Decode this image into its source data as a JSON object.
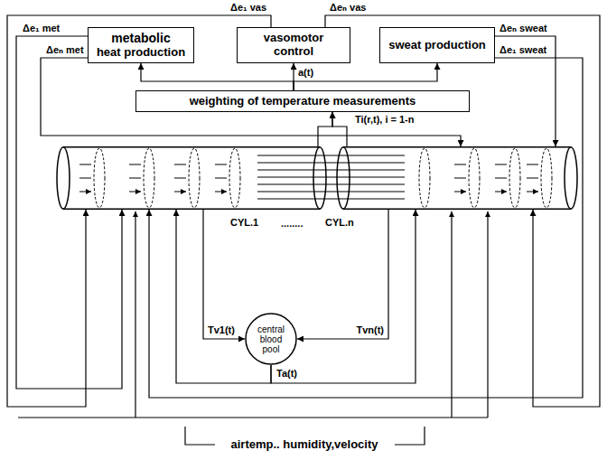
{
  "diagram": {
    "nodes": [
      {
        "text": [
          "metabolic",
          "heat production"
        ]
      },
      {
        "text": [
          "vasomotor control"
        ]
      },
      {
        "text": [
          "sweat production"
        ]
      },
      {
        "text": [
          "weighting of temperature measurements"
        ]
      },
      {
        "text": [
          "CYL.1"
        ]
      },
      {
        "text": [
          "CYL.n"
        ]
      },
      {
        "text": [
          "central blood pool"
        ]
      }
    ],
    "edges": [
      {
        "from": 3,
        "to": 0,
        "arrow": "to"
      },
      {
        "from": 3,
        "to": 1,
        "label": "a(t)",
        "arrow": "to"
      },
      {
        "from": 3,
        "to": 2,
        "arrow": "to"
      },
      {
        "from": 4,
        "to": 3,
        "arrow": "to"
      },
      {
        "from": 5,
        "to": 3,
        "label": "Ti(r,t), i = 1-n",
        "arrow": "to"
      },
      {
        "from": 0,
        "to": 4,
        "label": "Δe₁ met",
        "arrow": "to"
      },
      {
        "from": 0,
        "to": 5,
        "label": "Δeₙ met",
        "arrow": "to"
      },
      {
        "from": 1,
        "to": 4,
        "label": "Δe₁ vas",
        "arrow": "to"
      },
      {
        "from": 1,
        "to": 5,
        "label": "Δeₙ vas",
        "arrow": "to"
      },
      {
        "from": 2,
        "to": 4,
        "label": "Δe₁ sweat",
        "arrow": "to"
      },
      {
        "from": 2,
        "to": 5,
        "label": "Δeₙ sweat",
        "arrow": "to"
      },
      {
        "from": 4,
        "to": 6,
        "label": "Tv1(t)",
        "arrow": "to"
      },
      {
        "from": 5,
        "to": 6,
        "label": "Tvn(t)",
        "arrow": "to"
      },
      {
        "from": 6,
        "to": 4,
        "arrow": "to"
      },
      {
        "from": 6,
        "to": 5,
        "label": "Ta(t)",
        "arrow": "to"
      }
    ],
    "labels": [
      "........",
      "airtemp.. humidity,velocity"
    ]
  }
}
